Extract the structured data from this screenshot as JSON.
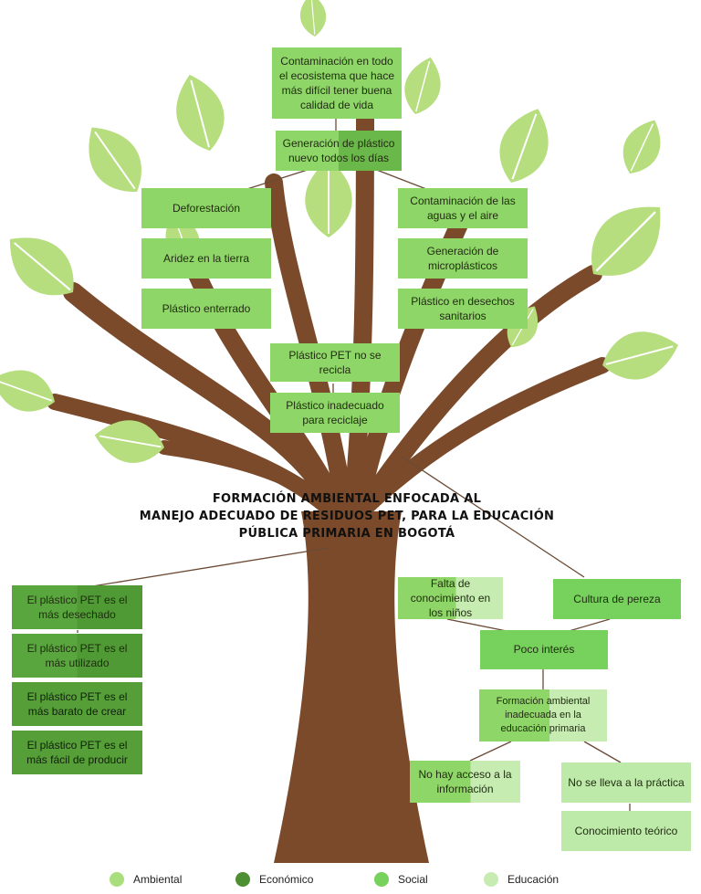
{
  "title_lines": [
    "FORMACIÓN AMBIENTAL  ENFOCADA AL",
    "MANEJO ADECUADO DE RESIDUOS PET, PARA LA EDUCACIÓN",
    "PÚBLICA PRIMARIA EN  BOGOTÁ"
  ],
  "effects": {
    "top": "Contaminación en todo el ecosistema que hace más difícil tener buena calidad de vida",
    "generation": "Generación de plástico nuevo todos los días",
    "left": [
      "Deforestación",
      "Aridez en la tierra",
      "Plástico enterrado"
    ],
    "right": [
      "Contaminación de las aguas y el aire",
      "Generación de microplásticos",
      "Plástico en desechos sanitarios"
    ],
    "center": [
      "Plástico PET no se recicla",
      "Plástico inadecuado para reciclaje"
    ]
  },
  "causes": {
    "left": [
      "El plástico PET es el más desechado",
      "El plástico PET es el más utilizado",
      "El plástico PET es el más barato de crear",
      "El plástico PET es el más fácil de producir"
    ],
    "falta": "Falta de conocimiento en los niños",
    "cultura": "Cultura de pereza",
    "poco": "Poco interés",
    "formacion": "Formación ambiental inadecuada en la educación primaria",
    "acceso": "No hay acceso a la información",
    "practica": "No se lleva a la práctica",
    "teorico": "Conocimiento teórico"
  },
  "legend": [
    {
      "label": "Ambiental",
      "color": "#a9de7c"
    },
    {
      "label": "Económico",
      "color": "#4e8f33"
    },
    {
      "label": "Social",
      "color": "#76d25c"
    },
    {
      "label": "Educación",
      "color": "#c6ecb2"
    }
  ],
  "colors": {
    "trunk": "#7a4a2a",
    "leaf": "#b6dd7e",
    "leaf_vein": "#ffffff",
    "root_line": "#6b4a35"
  }
}
